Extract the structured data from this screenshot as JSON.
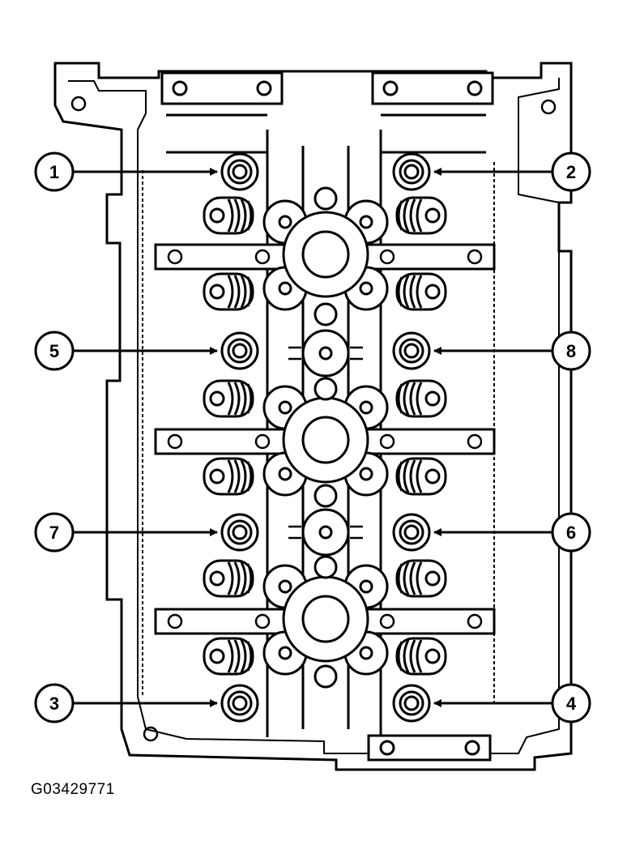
{
  "figure": {
    "id_label": "G03429771",
    "line_color": "#000000",
    "background_color": "#ffffff"
  },
  "callouts": [
    {
      "number": "1"
    },
    {
      "number": "2"
    },
    {
      "number": "3"
    },
    {
      "number": "4"
    },
    {
      "number": "5"
    },
    {
      "number": "6"
    },
    {
      "number": "7"
    },
    {
      "number": "8"
    }
  ]
}
